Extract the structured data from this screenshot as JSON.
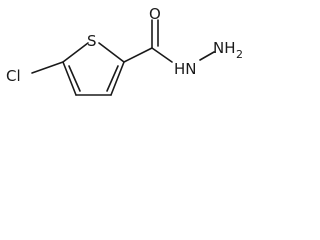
{
  "molecule": {
    "atoms": {
      "chlorine": "Cl",
      "sulfur": "S",
      "oxygen": "O",
      "nitrogen_h": "HN",
      "nitrogen_h2": "NH",
      "h2_subscript": "2"
    },
    "colors": {
      "bond": "#1a1a1a",
      "background": "#ffffff"
    }
  }
}
